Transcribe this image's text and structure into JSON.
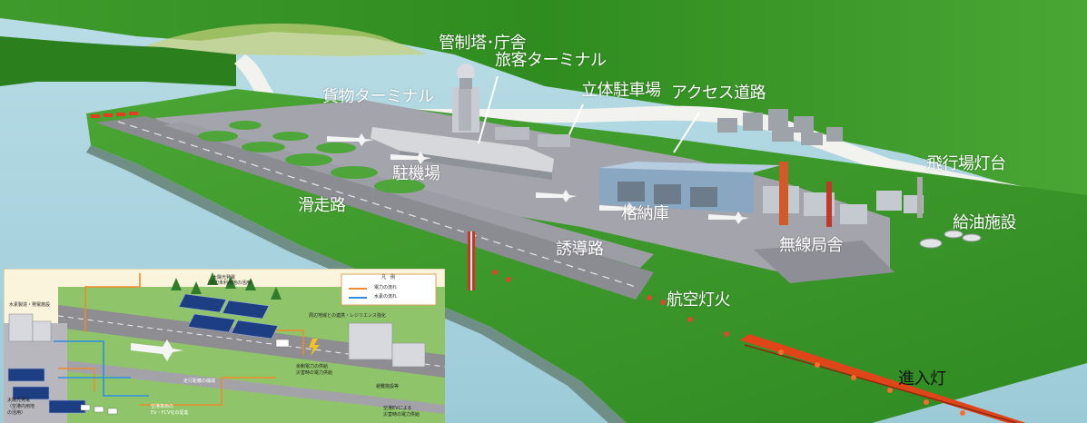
{
  "labels": {
    "control_tower": "管制塔･庁舎",
    "passenger_terminal": "旅客ターミナル",
    "cargo_terminal": "貨物ターミナル",
    "parking_garage": "立体駐車場",
    "access_road": "アクセス道路",
    "airfield_beacon": "飛行場灯台",
    "apron": "駐機場",
    "runway": "滑走路",
    "hangar": "格納庫",
    "fuel_facility": "給油施設",
    "taxiway": "誘導路",
    "radio_station": "無線局舎",
    "aeronautical_lights": "航空灯火",
    "approach_lights": "進入灯"
  },
  "inset": {
    "hydrogen_plant": "水素製造・発電施設",
    "solar_top_line1": "太陽光発電",
    "solar_top_line2": "（周辺未利用地の活用）",
    "legend_title": "凡　例",
    "legend_power": "電力の流れ",
    "legend_hydrogen": "水素の流れ",
    "regional_link": "周辺地域との連携・レジリエンス強化",
    "surplus_line1": "余剰電力の供給",
    "surplus_line2": "災害時の電力供給",
    "runway_shortening": "走行距離の縮減",
    "solar_bottom_line1": "太陽光発電",
    "solar_bottom_line2": "（空港内用地",
    "solar_bottom_line3": "の活用）",
    "ev_line1": "空港車両の",
    "ev_line2": "EV・FCV化の促進",
    "ev_supply_line1": "空港EVによる",
    "ev_supply_line2": "災害時の電力供給",
    "shelter": "避難施設等"
  },
  "colors": {
    "sea": "#a9d3de",
    "grass": "#3e9a2b",
    "hill": "#2e8a1e",
    "concrete": "#9a9aa2",
    "label_text": "#ffffff",
    "power_flow": "#f08a2c",
    "hydrogen_flow": "#2f8ee0",
    "approach_light": "#e0451a"
  }
}
